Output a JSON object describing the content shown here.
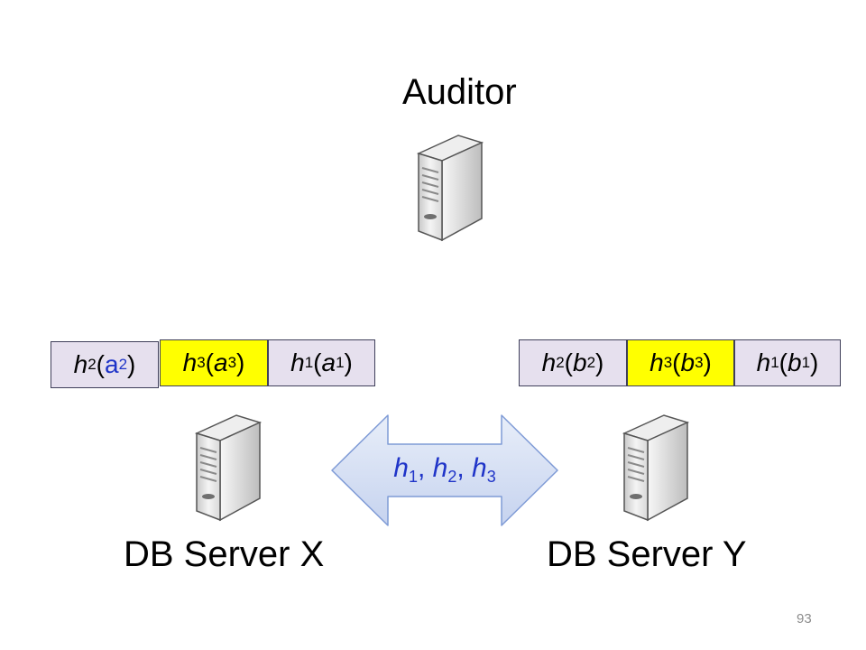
{
  "auditor": {
    "label": "Auditor"
  },
  "server_x": {
    "label": "DB Server X",
    "cells": [
      {
        "fn": "h",
        "fn_sub": "2",
        "arg": "a",
        "arg_sub": "2",
        "fill": "#e6e0ee"
      },
      {
        "fn": "h",
        "fn_sub": "3",
        "arg": "a",
        "arg_sub": "3",
        "fill": "#ffff00"
      },
      {
        "fn": "h",
        "fn_sub": "1",
        "arg": "a",
        "arg_sub": "1",
        "fill": "#e6e0ee"
      }
    ]
  },
  "server_y": {
    "label": "DB Server Y",
    "cells": [
      {
        "fn": "h",
        "fn_sub": "2",
        "arg": "b",
        "arg_sub": "2",
        "fill": "#e6e0ee"
      },
      {
        "fn": "h",
        "fn_sub": "3",
        "arg": "b",
        "arg_sub": "3",
        "fill": "#ffff00"
      },
      {
        "fn": "h",
        "fn_sub": "1",
        "arg": "b",
        "arg_sub": "1",
        "fill": "#e6e0ee"
      }
    ]
  },
  "exchange": {
    "items": [
      {
        "fn": "h",
        "sub": "1",
        "sep": ", "
      },
      {
        "fn": "h",
        "sub": "2",
        "sep": ", "
      },
      {
        "fn": "h",
        "sub": "3",
        "sep": ""
      }
    ],
    "arrow_color": "#dbe3f6",
    "text_color": "#1f34c8"
  },
  "page_number": "93"
}
